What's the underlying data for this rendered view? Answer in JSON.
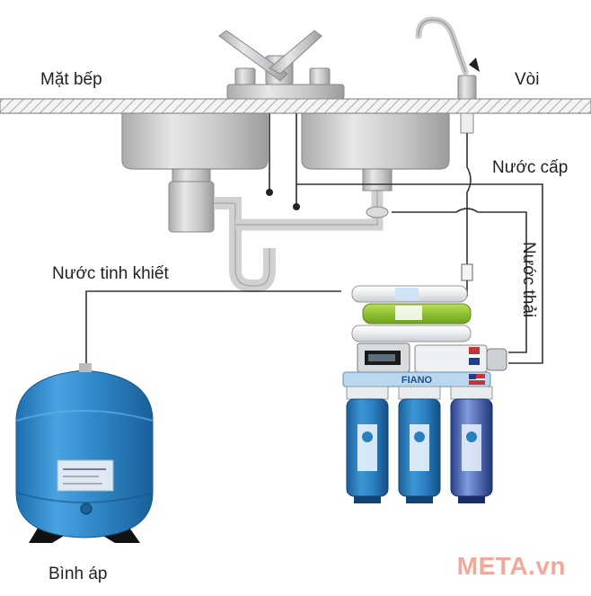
{
  "labels": {
    "counter": "Mặt bếp",
    "faucet": "Vòi",
    "feed_water": "Nước cấp",
    "waste_water": "Nước thải",
    "pure_water": "Nước tinh khiết",
    "pressure_tank": "Bình áp"
  },
  "brand": {
    "purifier": "FIANO",
    "watermark": "META.vn"
  },
  "colors": {
    "tank_blue": "#2f86c6",
    "filter_blue": "#2a7fc0",
    "membrane_green": "#9ccb3a",
    "sink_gray": "#c9cbcd",
    "pipe_line": "#333333",
    "watermark": "#f2a89b"
  }
}
